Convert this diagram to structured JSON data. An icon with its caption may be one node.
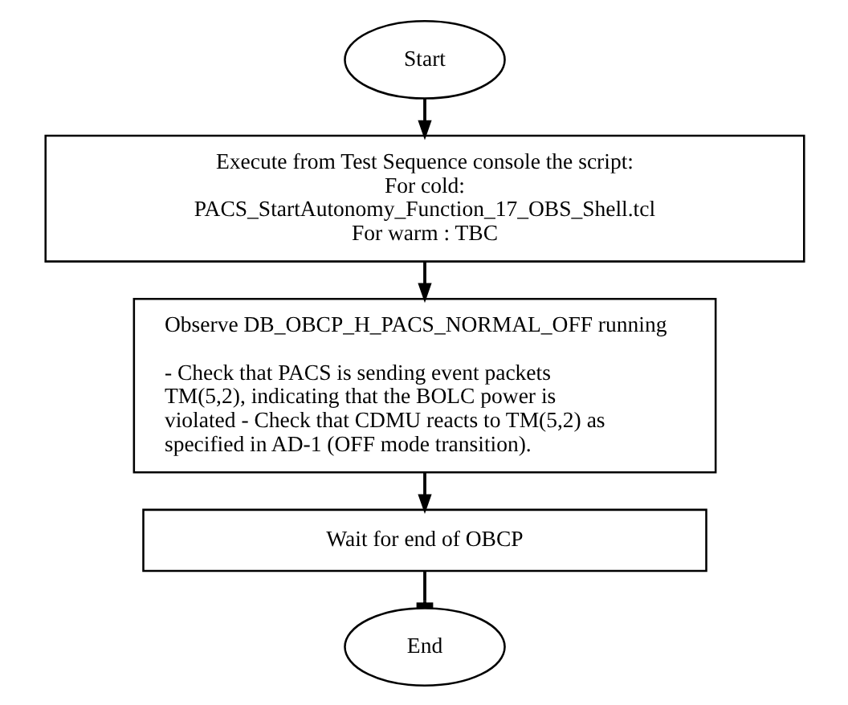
{
  "diagram": {
    "nodes": [
      {
        "text": [
          "Start"
        ]
      },
      {
        "text": [
          "Execute from Test Sequence console the script:",
          "For cold:",
          "PACS_StartAutonomy_Function_17_OBS_Shell.tcl",
          "For warm : TBC"
        ]
      },
      {
        "text": [
          "Observe DB_OBCP_H_PACS_NORMAL_OFF running",
          "- Check that PACS is sending event packets TM(5,2), indicating that the BOLC power is violated - Check that CDMU reacts to TM(5,2) as specified in AD-1 (OFF mode transition)."
        ]
      },
      {
        "text": [
          "Wait for end of OBCP"
        ]
      },
      {
        "text": [
          "End"
        ]
      }
    ],
    "edges": [
      {
        "from": 0,
        "to": 1,
        "arrow": "to"
      },
      {
        "from": 1,
        "to": 2,
        "arrow": "to"
      },
      {
        "from": 2,
        "to": 3,
        "arrow": "to"
      },
      {
        "from": 3,
        "to": 4,
        "arrow": "other"
      }
    ]
  }
}
